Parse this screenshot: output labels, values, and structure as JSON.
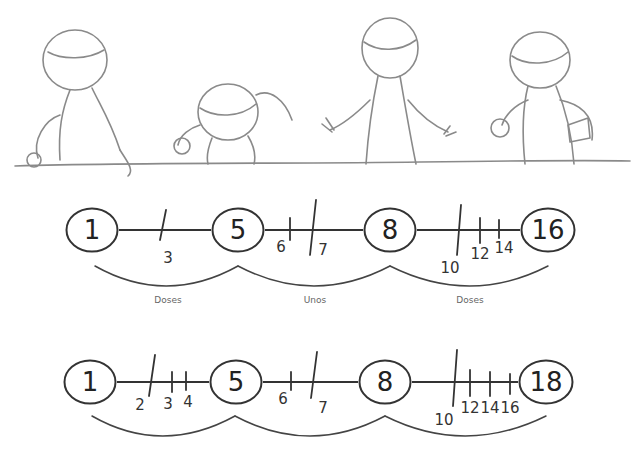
{
  "diagram": {
    "nodes": [
      {
        "text": [
          "1"
        ]
      },
      {
        "text": [
          "5"
        ]
      },
      {
        "text": [
          "8"
        ]
      },
      {
        "text": [
          "16"
        ]
      },
      {
        "text": [
          "1"
        ]
      },
      {
        "text": [
          "5"
        ]
      },
      {
        "text": [
          "8"
        ]
      },
      {
        "text": [
          "18"
        ]
      }
    ],
    "edges": [
      {
        "from": 0,
        "to": 1,
        "arrow": "none"
      },
      {
        "from": 1,
        "to": 2,
        "arrow": "none"
      },
      {
        "from": 2,
        "to": 3,
        "arrow": "none"
      },
      {
        "from": 4,
        "to": 5,
        "arrow": "none"
      },
      {
        "from": 5,
        "to": 6,
        "arrow": "none"
      },
      {
        "from": 6,
        "to": 7,
        "arrow": "none"
      }
    ],
    "labels": [
      "3",
      "6",
      "7",
      "10",
      "12",
      "14",
      "Doses",
      "Unos",
      "Doses",
      "2",
      "3",
      "4",
      "6",
      "7",
      "10",
      "12",
      "14",
      "16"
    ]
  }
}
